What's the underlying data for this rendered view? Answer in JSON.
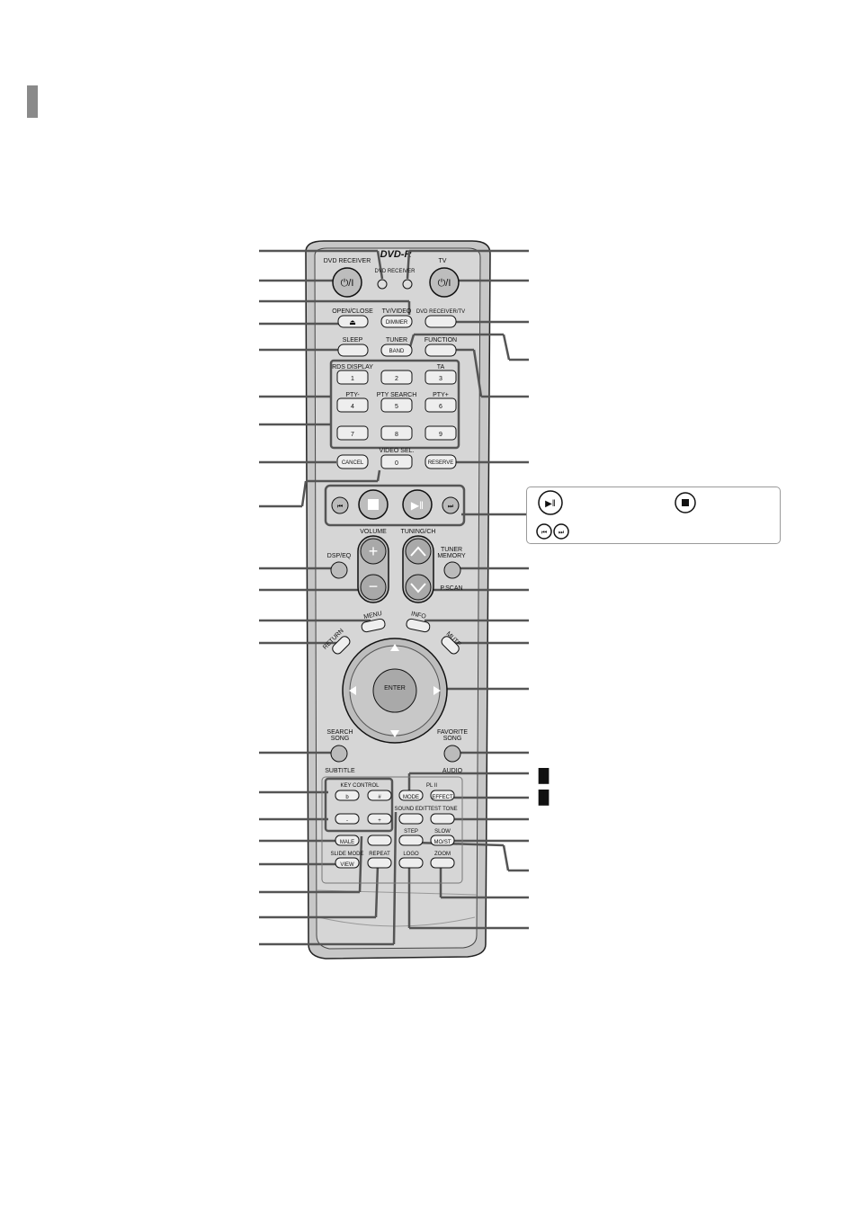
{
  "labels": {
    "dvd_receiver": "DVD RECEIVER",
    "tv": "TV",
    "mode_small": "DVD RECEIVER",
    "power_symbol": "⏻/I",
    "open_close": "OPEN/CLOSE",
    "tv_video": "TV/VIDEO",
    "dimmer": "DIMMER",
    "dvd_receiver_tv": "DVD RECEIVER/TV",
    "sleep": "SLEEP",
    "tuner": "TUNER",
    "band": "BAND",
    "function": "FUNCTION",
    "rds_display": "RDS DISPLAY",
    "ta": "TA",
    "pty_minus": "PTY-",
    "pty_search": "PTY SEARCH",
    "pty_plus": "PTY+",
    "video_sel": "VIDEO SEL.",
    "cancel": "CANCEL",
    "reserve": "RESERVE",
    "volume": "VOLUME",
    "tuning_ch": "TUNING/CH",
    "dsp_eq": "DSP/EQ",
    "tuner_memory_1": "TUNER",
    "tuner_memory_2": "MEMORY",
    "p_scan": "P.SCAN",
    "menu": "MENU",
    "info": "INFO",
    "return": "RETURN",
    "mute": "MUTE",
    "enter": "ENTER",
    "search_song_1": "SEARCH",
    "search_song_2": "SONG",
    "subtitle": "SUBTITLE",
    "favorite_song_1": "FAVORITE",
    "favorite_song_2": "SONG",
    "audio": "AUDIO",
    "key_control": "KEY CONTROL",
    "flat": "b",
    "sharp": "#",
    "pl2": "PL II",
    "mode": "MODE",
    "effect": "EFFECT",
    "sound_edit": "SOUND EDIT",
    "test_tone": "TEST TONE",
    "minus": "-",
    "plus": "+",
    "step": "STEP",
    "slow": "SLOW",
    "male": "MALE",
    "mo_st": "MO/ST",
    "slide_mode": "SLIDE MODE",
    "view": "VIEW",
    "repeat": "REPEAT",
    "logo": "LOGO",
    "zoom": "ZOOM"
  },
  "digits": [
    "1",
    "2",
    "3",
    "4",
    "5",
    "6",
    "7",
    "8",
    "9",
    "0"
  ],
  "legend": {
    "play_pause_icon": "play-pause-icon",
    "stop_icon": "stop-icon",
    "skip_icons": "skip-back-forward-icons"
  },
  "dolby_marks": [
    "DD",
    "DD"
  ]
}
